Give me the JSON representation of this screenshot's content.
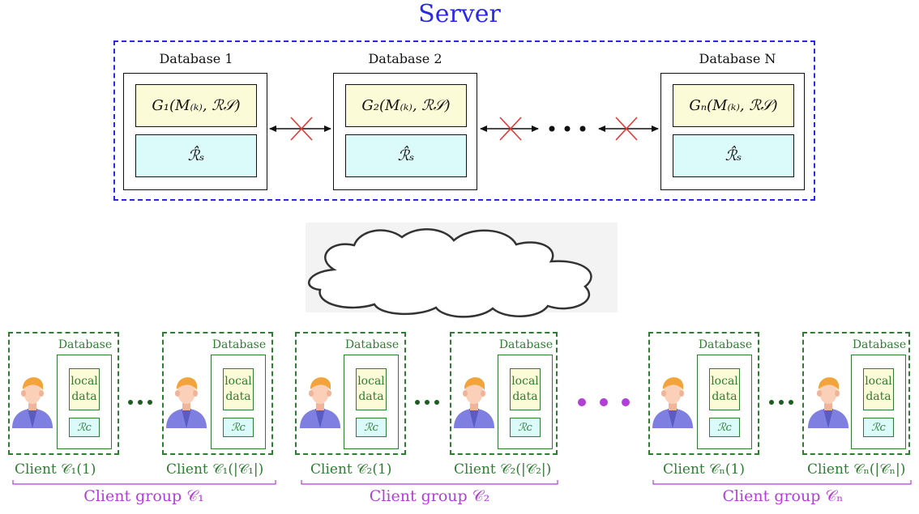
{
  "server": {
    "title": "Server",
    "databases": [
      {
        "label": "Database 1",
        "g": "G₁(M₍ₖ₎, ℛ𝒮)",
        "r": "ℛ̂ₛ"
      },
      {
        "label": "Database 2",
        "g": "G₂(M₍ₖ₎, ℛ𝒮)",
        "r": "ℛ̂ₛ"
      },
      {
        "label": "Database N",
        "g": "Gₙ(M₍ₖ₎, ℛ𝒮)",
        "r": "ℛ̂ₛ"
      }
    ],
    "ellipsis": "• • •"
  },
  "client_db": {
    "label": "Database",
    "local": "local data",
    "local_line1": "local",
    "local_line2": "data",
    "rc": "ℛᴄ"
  },
  "clients": [
    "Client 𝒞₁(1)",
    "Client 𝒞₁(|𝒞₁|)",
    "Client 𝒞₂(1)",
    "Client 𝒞₂(|𝒞₂|)",
    "Client 𝒞ₙ(1)",
    "Client 𝒞ₙ(|𝒞ₙ|)"
  ],
  "groups": [
    "Client group 𝒞₁",
    "Client group 𝒞₂",
    "Client group 𝒞ₙ"
  ],
  "colors": {
    "server": "#2a2ae6",
    "client": "#2e7d32",
    "group": "#b13fd6",
    "cross": "#e53935"
  }
}
